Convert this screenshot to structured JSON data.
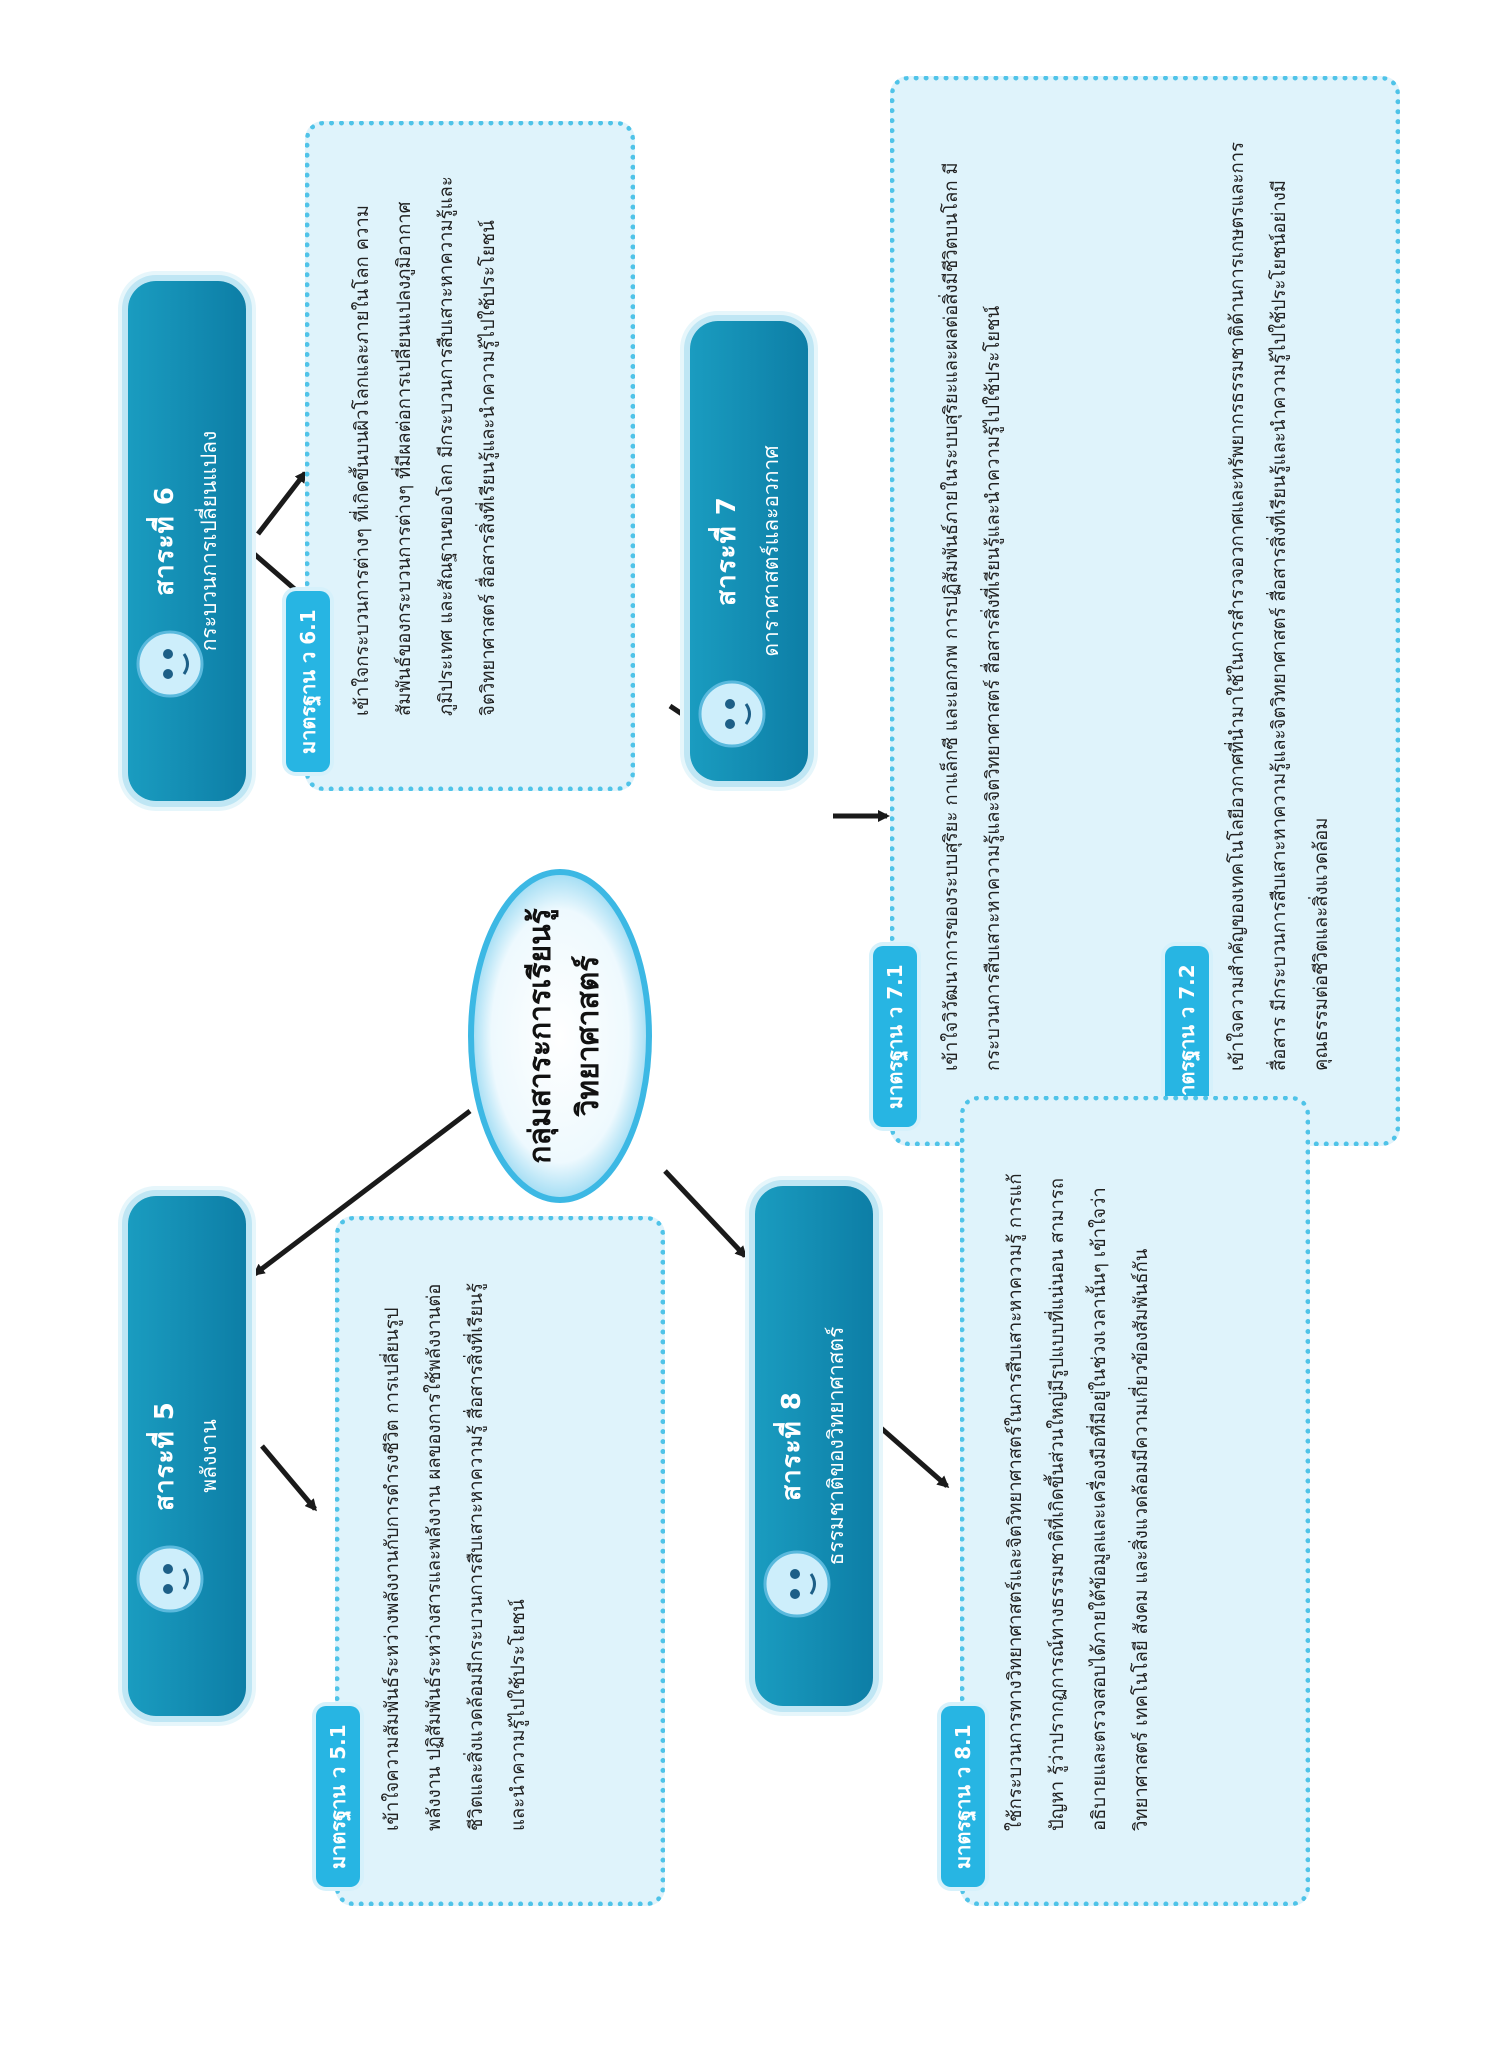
{
  "center": {
    "line1": "กลุ่มสาระการเรียนรู้",
    "line2": "วิทยาศาสตร์"
  },
  "strands": [
    {
      "title": "สาระที่ 5",
      "subtitle": "พลังงาน",
      "standards": [
        {
          "label": "มาตรฐาน ว 5.1",
          "text": "เข้าใจความสัมพันธ์ระหว่างพลังงานกับการดำรงชีวิต การเปลี่ยนรูปพลังงาน ปฏิสัมพันธ์ระหว่างสารและพลังงาน ผลของการใช้พลังงานต่อชีวิตและสิ่งแวดล้อมมีกระบวนการสืบเสาะหาความรู้ สื่อสารสิ่งที่เรียนรู้และนำความรู้ไปใช้ประโยชน์"
        }
      ]
    },
    {
      "title": "สาระที่ 6",
      "subtitle": "กระบวนการเปลี่ยนแปลง",
      "standards": [
        {
          "label": "มาตรฐาน ว 6.1",
          "text": "เข้าใจกระบวนการต่างๆ ที่เกิดขึ้นบนผิวโลกและภายในโลก ความสัมพันธ์ของกระบวนการต่างๆ ที่มีผลต่อการเปลี่ยนแปลงภูมิอากาศ ภูมิประเทศ และสัณฐานของโลก มีกระบวนการสืบเสาะหาความรู้และจิตวิทยาศาสตร์ สื่อสารสิ่งที่เรียนรู้และนำความรู้ไปใช้ประโยชน์"
        }
      ]
    },
    {
      "title": "สาระที่ 7",
      "subtitle": "ดาราศาสตร์และอวกาศ",
      "standards": [
        {
          "label": "มาตรฐาน ว 7.1",
          "text": "เข้าใจวิวัฒนาการของระบบสุริยะ กาแล็กซี และเอกภพ การปฏิสัมพันธ์ภายในระบบสุริยะและผลต่อสิ่งมีชีวิตบนโลก มีกระบวนการสืบเสาะหาความรู้และจิตวิทยาศาสตร์ สื่อสารสิ่งที่เรียนรู้และนำความรู้ไปใช้ประโยชน์"
        },
        {
          "label": "มาตรฐาน ว 7.2",
          "text": "เข้าใจความสำคัญของเทคโนโลยีอวกาศที่นำมาใช้ในการสำรวจอวกาศและทรัพยากรธรรมชาติด้านการเกษตรและการสื่อสาร มีกระบวนการสืบเสาะหาความรู้และจิตวิทยาศาสตร์ สื่อสารสิ่งที่เรียนรู้และนำความรู้ไปใช้ประโยชน์อย่างมีคุณธรรมต่อชีวิตและสิ่งแวดล้อม"
        }
      ]
    },
    {
      "title": "สาระที่ 8",
      "subtitle": "ธรรมชาติของวิทยาศาสตร์",
      "standards": [
        {
          "label": "มาตรฐาน ว 8.1",
          "text": "ใช้กระบวนการทางวิทยาศาสตร์และจิตวิทยาศาสตร์ในการสืบเสาะหาความรู้ การแก้ปัญหา รู้ว่าปรากฏการณ์ทางธรรมชาติที่เกิดขึ้นส่วนใหญ่มีรูปแบบที่แน่นอน สามารถอธิบายและตรวจสอบได้ภายใต้ข้อมูลและเครื่องมือที่มีอยู่ในช่วงเวลานั้นๆ เข้าใจว่าวิทยาศาสตร์ เทคโนโลยี สังคม และสิ่งแวดล้อมมีความเกี่ยวข้องสัมพันธ์กัน"
        }
      ]
    }
  ],
  "colors": {
    "strand_fill": "#0d7ea6",
    "label_fill": "#27b5e3",
    "box_fill": "#dff3fb",
    "box_border": "#4fc3e8",
    "arrow": "#1a1a1a"
  }
}
